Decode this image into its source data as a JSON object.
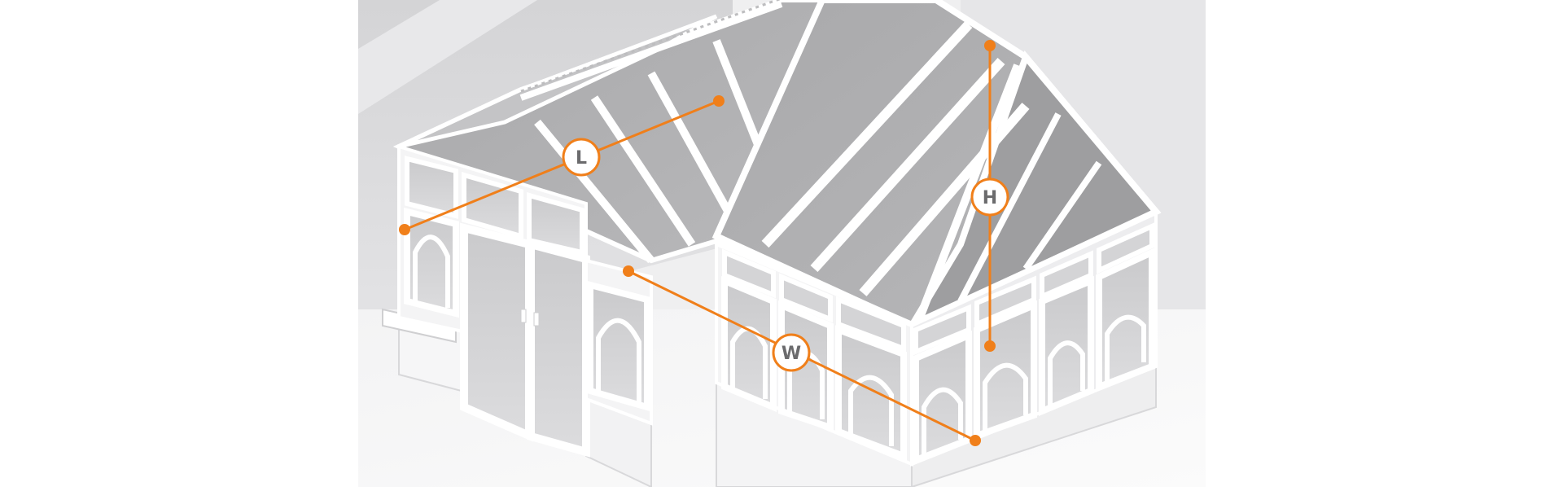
{
  "diagram": {
    "subject": "conservatory-measurement-guide",
    "accent_color": "#f07f1a",
    "dimension_labels": {
      "length": "L",
      "width": "W",
      "height": "H"
    }
  }
}
